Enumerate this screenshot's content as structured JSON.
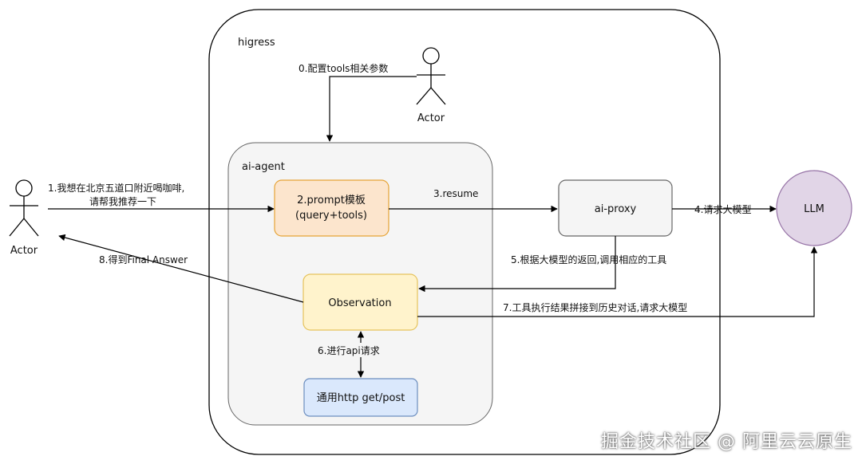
{
  "groups": {
    "higress": "higress",
    "ai_agent": "ai-agent"
  },
  "actors": {
    "user": "Actor",
    "admin": "Actor"
  },
  "nodes": {
    "prompt_line1": "2.prompt模板",
    "prompt_line2": "(query+tools)",
    "ai_proxy": "ai-proxy",
    "llm": "LLM",
    "observation": "Observation",
    "http": "通用http get/post"
  },
  "edges": {
    "config": "0.配置tools相关参数",
    "question_line1": "1.我想在北京五道口附近喝咖啡,",
    "question_line2": "请帮我推荐一下",
    "resume": "3.resume",
    "request_llm": "4.请求大模型",
    "call_tool": "5.根据大模型的返回,调用相应的工具",
    "api_request": "6.进行api请求",
    "concat_history": "7.工具执行结果拼接到历史对话,请求大模型",
    "final_answer": "8.得到Final Answer"
  },
  "watermark": "掘金技术社区 @ 阿里云云原生",
  "colors": {
    "prompt_fill": "#fce5cd",
    "prompt_stroke": "#e6a437",
    "observation_fill": "#fff3cc",
    "observation_stroke": "#e6c35c",
    "http_fill": "#dae8fc",
    "http_stroke": "#6c8ebf",
    "llm_fill": "#e1d5e7",
    "llm_stroke": "#9673a6",
    "proxy_fill": "#f5f5f5",
    "proxy_stroke": "#666666",
    "agent_fill": "#f5f5f5"
  }
}
